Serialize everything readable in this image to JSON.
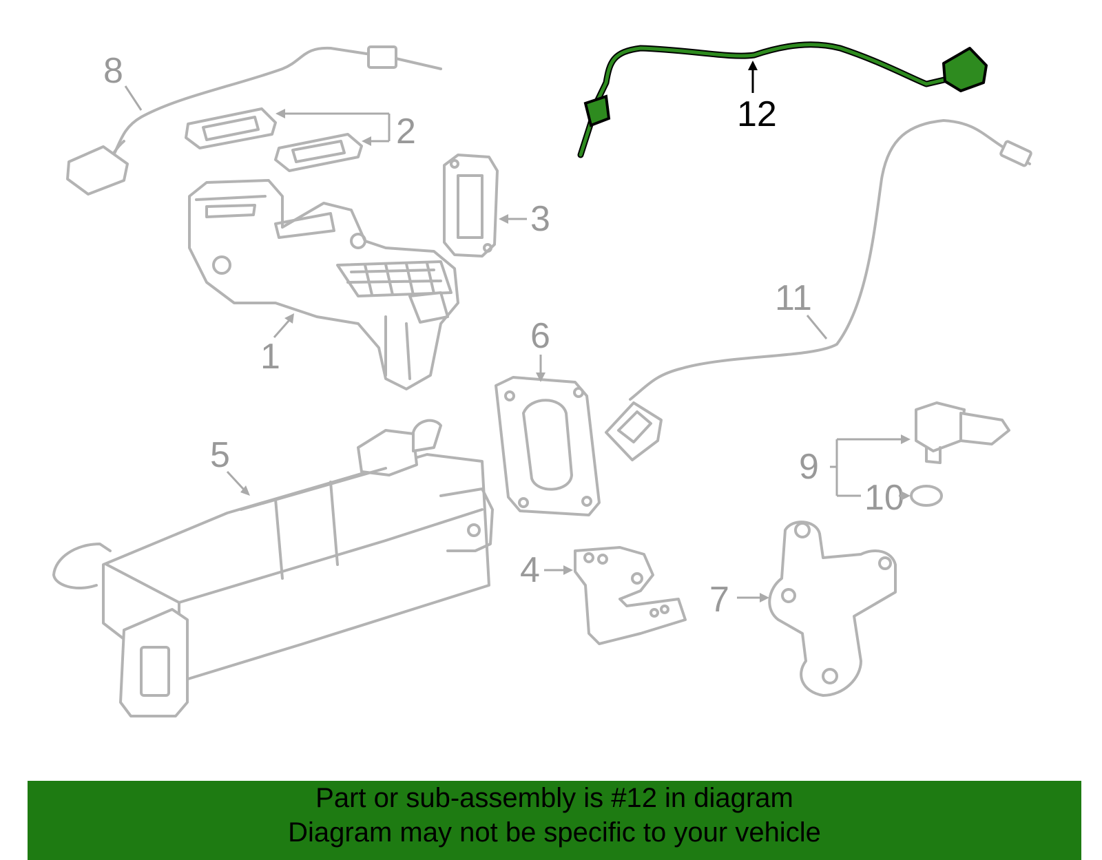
{
  "callouts": {
    "c1": "1",
    "c2": "2",
    "c3": "3",
    "c4": "4",
    "c5": "5",
    "c6": "6",
    "c7": "7",
    "c8": "8",
    "c9": "9",
    "c10": "10",
    "c11": "11",
    "c12": "12"
  },
  "highlight": {
    "part": "12",
    "color": "#2e8b1f"
  },
  "footer": {
    "line1": "Part or sub-assembly is #12 in diagram",
    "line2": "Diagram may not be specific to your vehicle",
    "background": "#1e7b12"
  }
}
